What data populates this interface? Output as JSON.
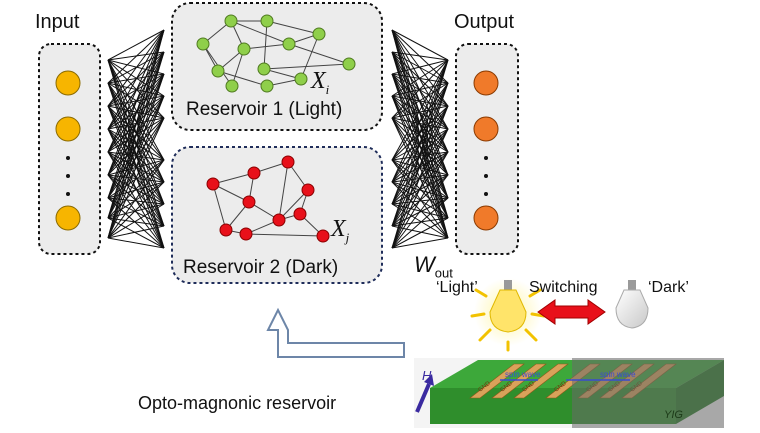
{
  "labels": {
    "input": "Input",
    "output": "Output",
    "reservoir1": "Reservoir 1 (Light)",
    "reservoir2": "Reservoir 2 (Dark)",
    "xi_base": "X",
    "xi_sub": "i",
    "xj_base": "X",
    "xj_sub": "j",
    "wout_base": "W",
    "wout_sub": "out",
    "light": "‘Light’",
    "dark": "‘Dark’",
    "switching": "Switching",
    "opto_magnonic": "Opto-magnonic reservoir"
  },
  "device": {
    "spin_wave_label": "spin wave",
    "material": "YIG",
    "field": "H",
    "electrode_text": "GND"
  },
  "colors": {
    "input_node": "#f7b500",
    "output_node": "#f07a2a",
    "reservoir1_node": "#8fcf4a",
    "reservoir2_node": "#e8101a",
    "panel_fill": "#ececec",
    "switch_arrow": "#e8101a",
    "substrate": "#3da83a",
    "electrode": "#d9a25a",
    "field_arrow": "#3a2aa0"
  }
}
